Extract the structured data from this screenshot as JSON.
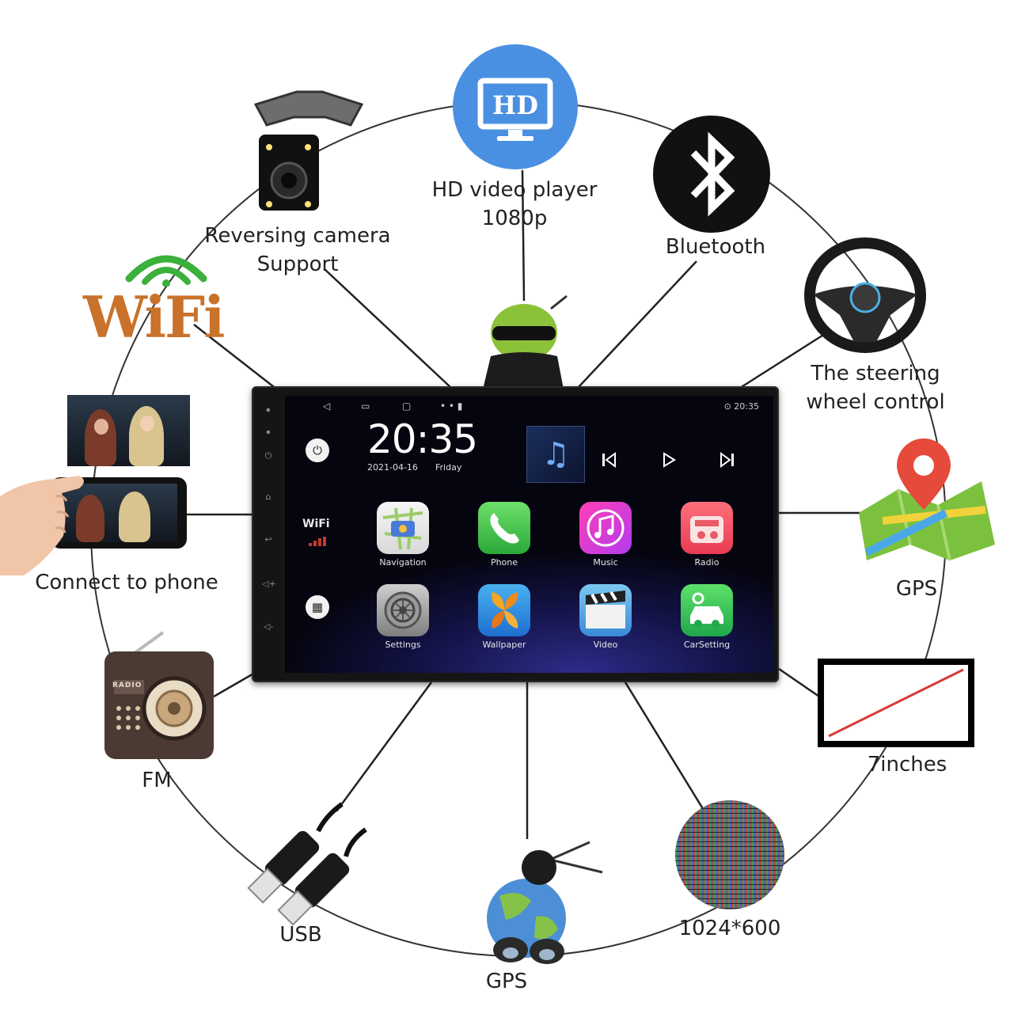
{
  "features": {
    "hd_player": {
      "line1": "HD video player",
      "line2": "1080p",
      "badge": "HD",
      "color": "#4a90e2"
    },
    "reversing_camera": {
      "line1": "Reversing camera",
      "line2": "Support"
    },
    "bluetooth": {
      "label": "Bluetooth"
    },
    "wifi": {
      "logo": "WiFi"
    },
    "steering": {
      "line1": "The steering",
      "line2": "wheel control"
    },
    "phone": {
      "label": "Connect to phone"
    },
    "gps_right": {
      "label": "GPS"
    },
    "fm": {
      "label": "FM",
      "brand": "RADIO"
    },
    "screen_size": {
      "label": "7inches"
    },
    "usb": {
      "label": "USB"
    },
    "gps_bottom": {
      "label": "GPS"
    },
    "resolution": {
      "label": "1024*600"
    }
  },
  "device": {
    "status_time": "20:35",
    "clock": "20:35",
    "date": "2021-04-16",
    "day": "Friday",
    "wifi_label": "WiFi",
    "apps": [
      {
        "label": "Navigation",
        "icon": "navigation-icon"
      },
      {
        "label": "Phone",
        "icon": "phone-icon"
      },
      {
        "label": "Music",
        "icon": "music-icon"
      },
      {
        "label": "Radio",
        "icon": "radio-icon"
      },
      {
        "label": "Settings",
        "icon": "settings-icon"
      },
      {
        "label": "Wallpaper",
        "icon": "wallpaper-icon"
      },
      {
        "label": "Video",
        "icon": "video-icon"
      },
      {
        "label": "CarSetting",
        "icon": "car-setting-icon"
      }
    ]
  }
}
